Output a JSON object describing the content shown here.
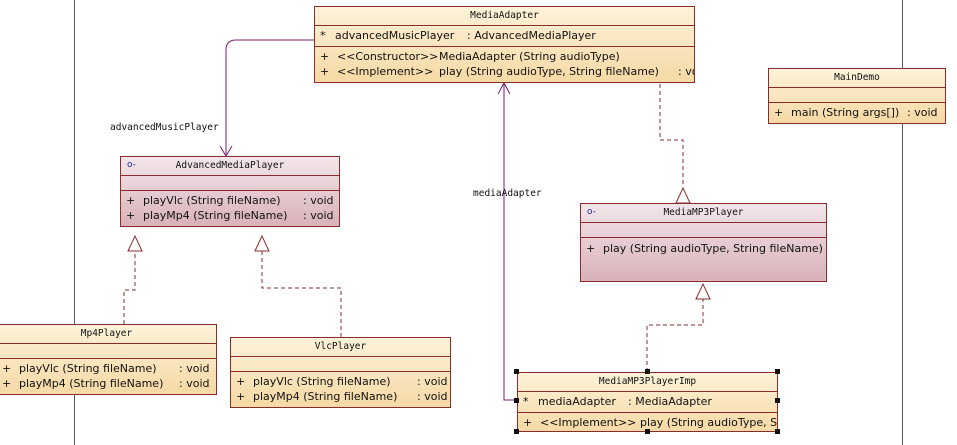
{
  "diagram": {
    "classes": {
      "media_adapter": {
        "name": "MediaAdapter",
        "attributes": [
          {
            "vis": "*",
            "name": "advancedMusicPlayer",
            "type": ": AdvancedMediaPlayer"
          }
        ],
        "operations": [
          {
            "vis": "+",
            "stereo": "<<Constructor>>",
            "sig": "MediaAdapter (String audioType)",
            "ret": ""
          },
          {
            "vis": "+",
            "stereo": "<<Implement>>",
            "sig": "play (String audioType, String fileName)",
            "ret": ": vo"
          }
        ]
      },
      "main_demo": {
        "name": "MainDemo",
        "operations": [
          {
            "vis": "+",
            "sig": "main (String args[])",
            "ret": ": void"
          }
        ]
      },
      "advanced_media_player": {
        "name": "AdvancedMediaPlayer",
        "icon": "o-",
        "operations": [
          {
            "vis": "+",
            "sig": "playVlc (String fileName)",
            "ret": ": void"
          },
          {
            "vis": "+",
            "sig": "playMp4 (String fileName)",
            "ret": ": void"
          }
        ]
      },
      "media_mp3_player": {
        "name": "MediaMP3Player",
        "icon": "o-",
        "operations": [
          {
            "vis": "+",
            "sig": "play (String audioType, String fileName)",
            "ret": ""
          }
        ]
      },
      "mp4_player": {
        "name": "Mp4Player",
        "operations": [
          {
            "vis": "+",
            "sig": "playVlc (String fileName)",
            "ret": ": void"
          },
          {
            "vis": "+",
            "sig": "playMp4 (String fileName)",
            "ret": ": void"
          }
        ]
      },
      "vlc_player": {
        "name": "VlcPlayer",
        "operations": [
          {
            "vis": "+",
            "sig": "playVlc (String fileName)",
            "ret": ": void"
          },
          {
            "vis": "+",
            "sig": "playMp4 (String fileName)",
            "ret": ": void"
          }
        ]
      },
      "media_mp3_player_imp": {
        "name": "MediaMP3PlayerImp",
        "attributes": [
          {
            "vis": "*",
            "name": "mediaAdapter",
            "type": ": MediaAdapter"
          }
        ],
        "operations": [
          {
            "vis": "+",
            "stereo": "<<Implement>>",
            "sig": "play (String audioType, St",
            "ret": ""
          }
        ]
      }
    },
    "role_labels": {
      "advanced_music_player": "advancedMusicPlayer",
      "media_adapter": "mediaAdapter"
    },
    "colors": {
      "class_fill": "#f6d9a5",
      "interface_fill": "#d9b1b9",
      "border": "#8b2c2c",
      "association": "#7a1f6a",
      "realization": "#8b2c2c"
    }
  }
}
